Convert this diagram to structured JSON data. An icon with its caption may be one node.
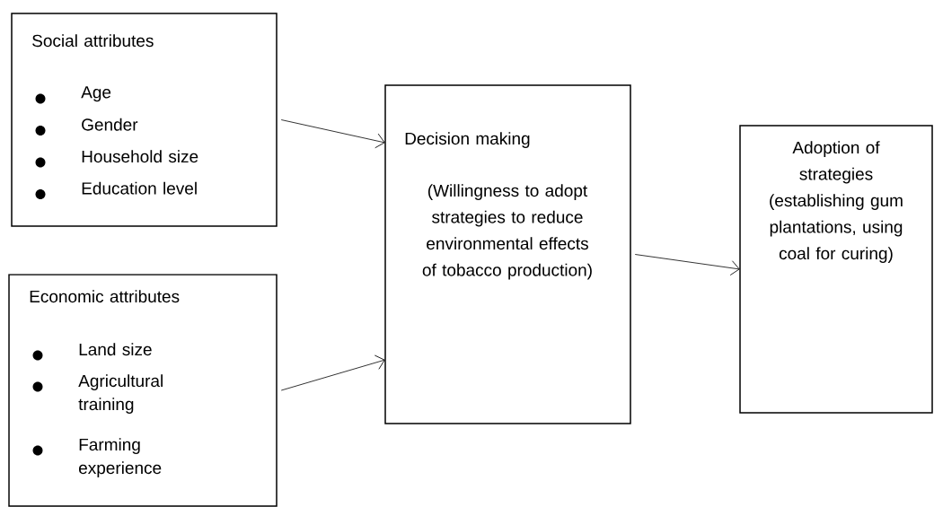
{
  "diagram": {
    "nodes": [
      {
        "text": [
          "Social attributes",
          "Age",
          "Gender",
          "Household size",
          "Education level"
        ]
      },
      {
        "text": [
          "Economic attributes",
          "Land size",
          "Agricultural training",
          "Farming experience"
        ]
      },
      {
        "text": [
          "Decision making",
          "(Willingness to adopt strategies to reduce environmental effects of tobacco production)"
        ]
      },
      {
        "text": [
          "Adoption of strategies (establishing gum plantations, using coal for curing)"
        ]
      }
    ],
    "edges": [
      {
        "from": 0,
        "to": 2,
        "arrow": "to"
      },
      {
        "from": 1,
        "to": 2,
        "arrow": "to"
      },
      {
        "from": 2,
        "to": 3,
        "arrow": "to"
      }
    ]
  }
}
